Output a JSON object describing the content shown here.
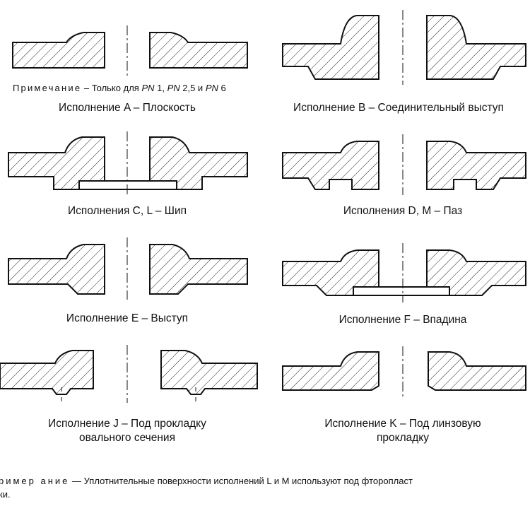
{
  "top_note": {
    "prefix": "Примечание",
    "dash": " – Только для ",
    "pn1": "PN",
    "v1": " 1, ",
    "pn2": "PN",
    "v2": " 2,5 и ",
    "pn3": "PN",
    "v3": " 6"
  },
  "captions": {
    "A": "Исполнение A – Плоскость",
    "B": "Исполнение B – Соединительный выступ",
    "C": "Исполнения C, L – Шип",
    "D": "Исполнения D, M – Паз",
    "E": "Исполнение E – Выступ",
    "F": "Исполнение F – Впадина",
    "J_line1": "Исполнение J – Под прокладку",
    "J_line2": "овального сечения",
    "K_line1": "Исполнение K – Под линзовую",
    "K_line2": "прокладку"
  },
  "bottom_note": {
    "prefix": "ример ание",
    "text": " — Уплотнительные поверхности исполнений L и M используют под фторопласт",
    "line2": "ки."
  },
  "colors": {
    "ink": "#111111",
    "background": "#ffffff"
  }
}
